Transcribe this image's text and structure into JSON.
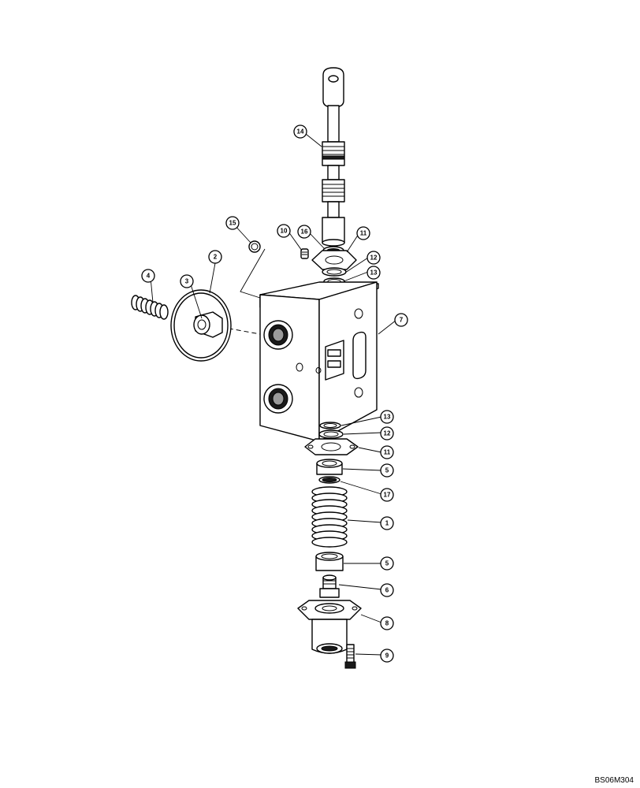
{
  "callouts": [
    "1",
    "2",
    "3",
    "4",
    "5",
    "5",
    "6",
    "7",
    "8",
    "9",
    "10",
    "11",
    "11",
    "12",
    "12",
    "13",
    "13",
    "14",
    "15",
    "16",
    "17"
  ],
  "ref_code": "BS06M304"
}
